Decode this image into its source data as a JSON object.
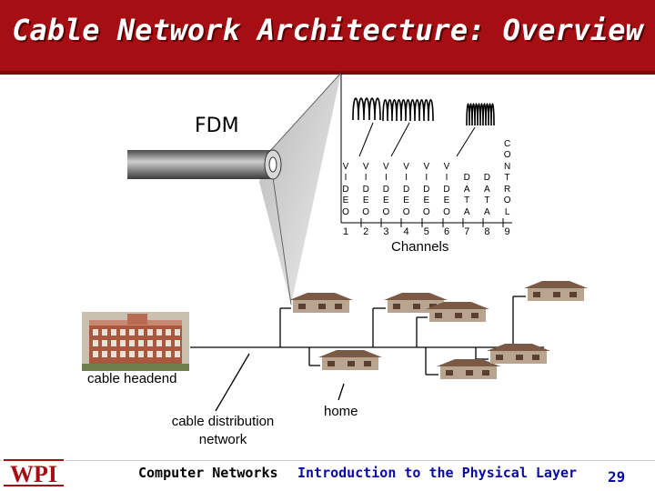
{
  "title": "Cable Network Architecture: Overview",
  "labels": {
    "fdm": "FDM",
    "channels": "Channels",
    "cable_headend": "cable headend",
    "cable_distribution_network": "cable distribution network",
    "home": "home"
  },
  "channels": [
    {
      "number": "1",
      "letters": [
        "V",
        "I",
        "D",
        "E",
        "O"
      ]
    },
    {
      "number": "2",
      "letters": [
        "V",
        "I",
        "D",
        "E",
        "O"
      ]
    },
    {
      "number": "3",
      "letters": [
        "V",
        "I",
        "D",
        "E",
        "O"
      ]
    },
    {
      "number": "4",
      "letters": [
        "V",
        "I",
        "D",
        "E",
        "O"
      ]
    },
    {
      "number": "5",
      "letters": [
        "V",
        "I",
        "D",
        "E",
        "O"
      ]
    },
    {
      "number": "6",
      "letters": [
        "V",
        "I",
        "D",
        "E",
        "O"
      ]
    },
    {
      "number": "7",
      "letters": [
        "D",
        "A",
        "T",
        "A"
      ]
    },
    {
      "number": "8",
      "letters": [
        "D",
        "A",
        "T",
        "A"
      ]
    },
    {
      "number": "9",
      "letters": [
        "C",
        "O",
        "N",
        "T",
        "R",
        "O",
        "L"
      ]
    }
  ],
  "footer": {
    "logo": "WPI",
    "course": "Computer Networks",
    "lecture": "Introduction to the Physical Layer",
    "page": "29"
  },
  "colors": {
    "title_bar": "#a50f14",
    "footer_blue": "#0a0aa0",
    "logo_red": "#a50f14"
  }
}
